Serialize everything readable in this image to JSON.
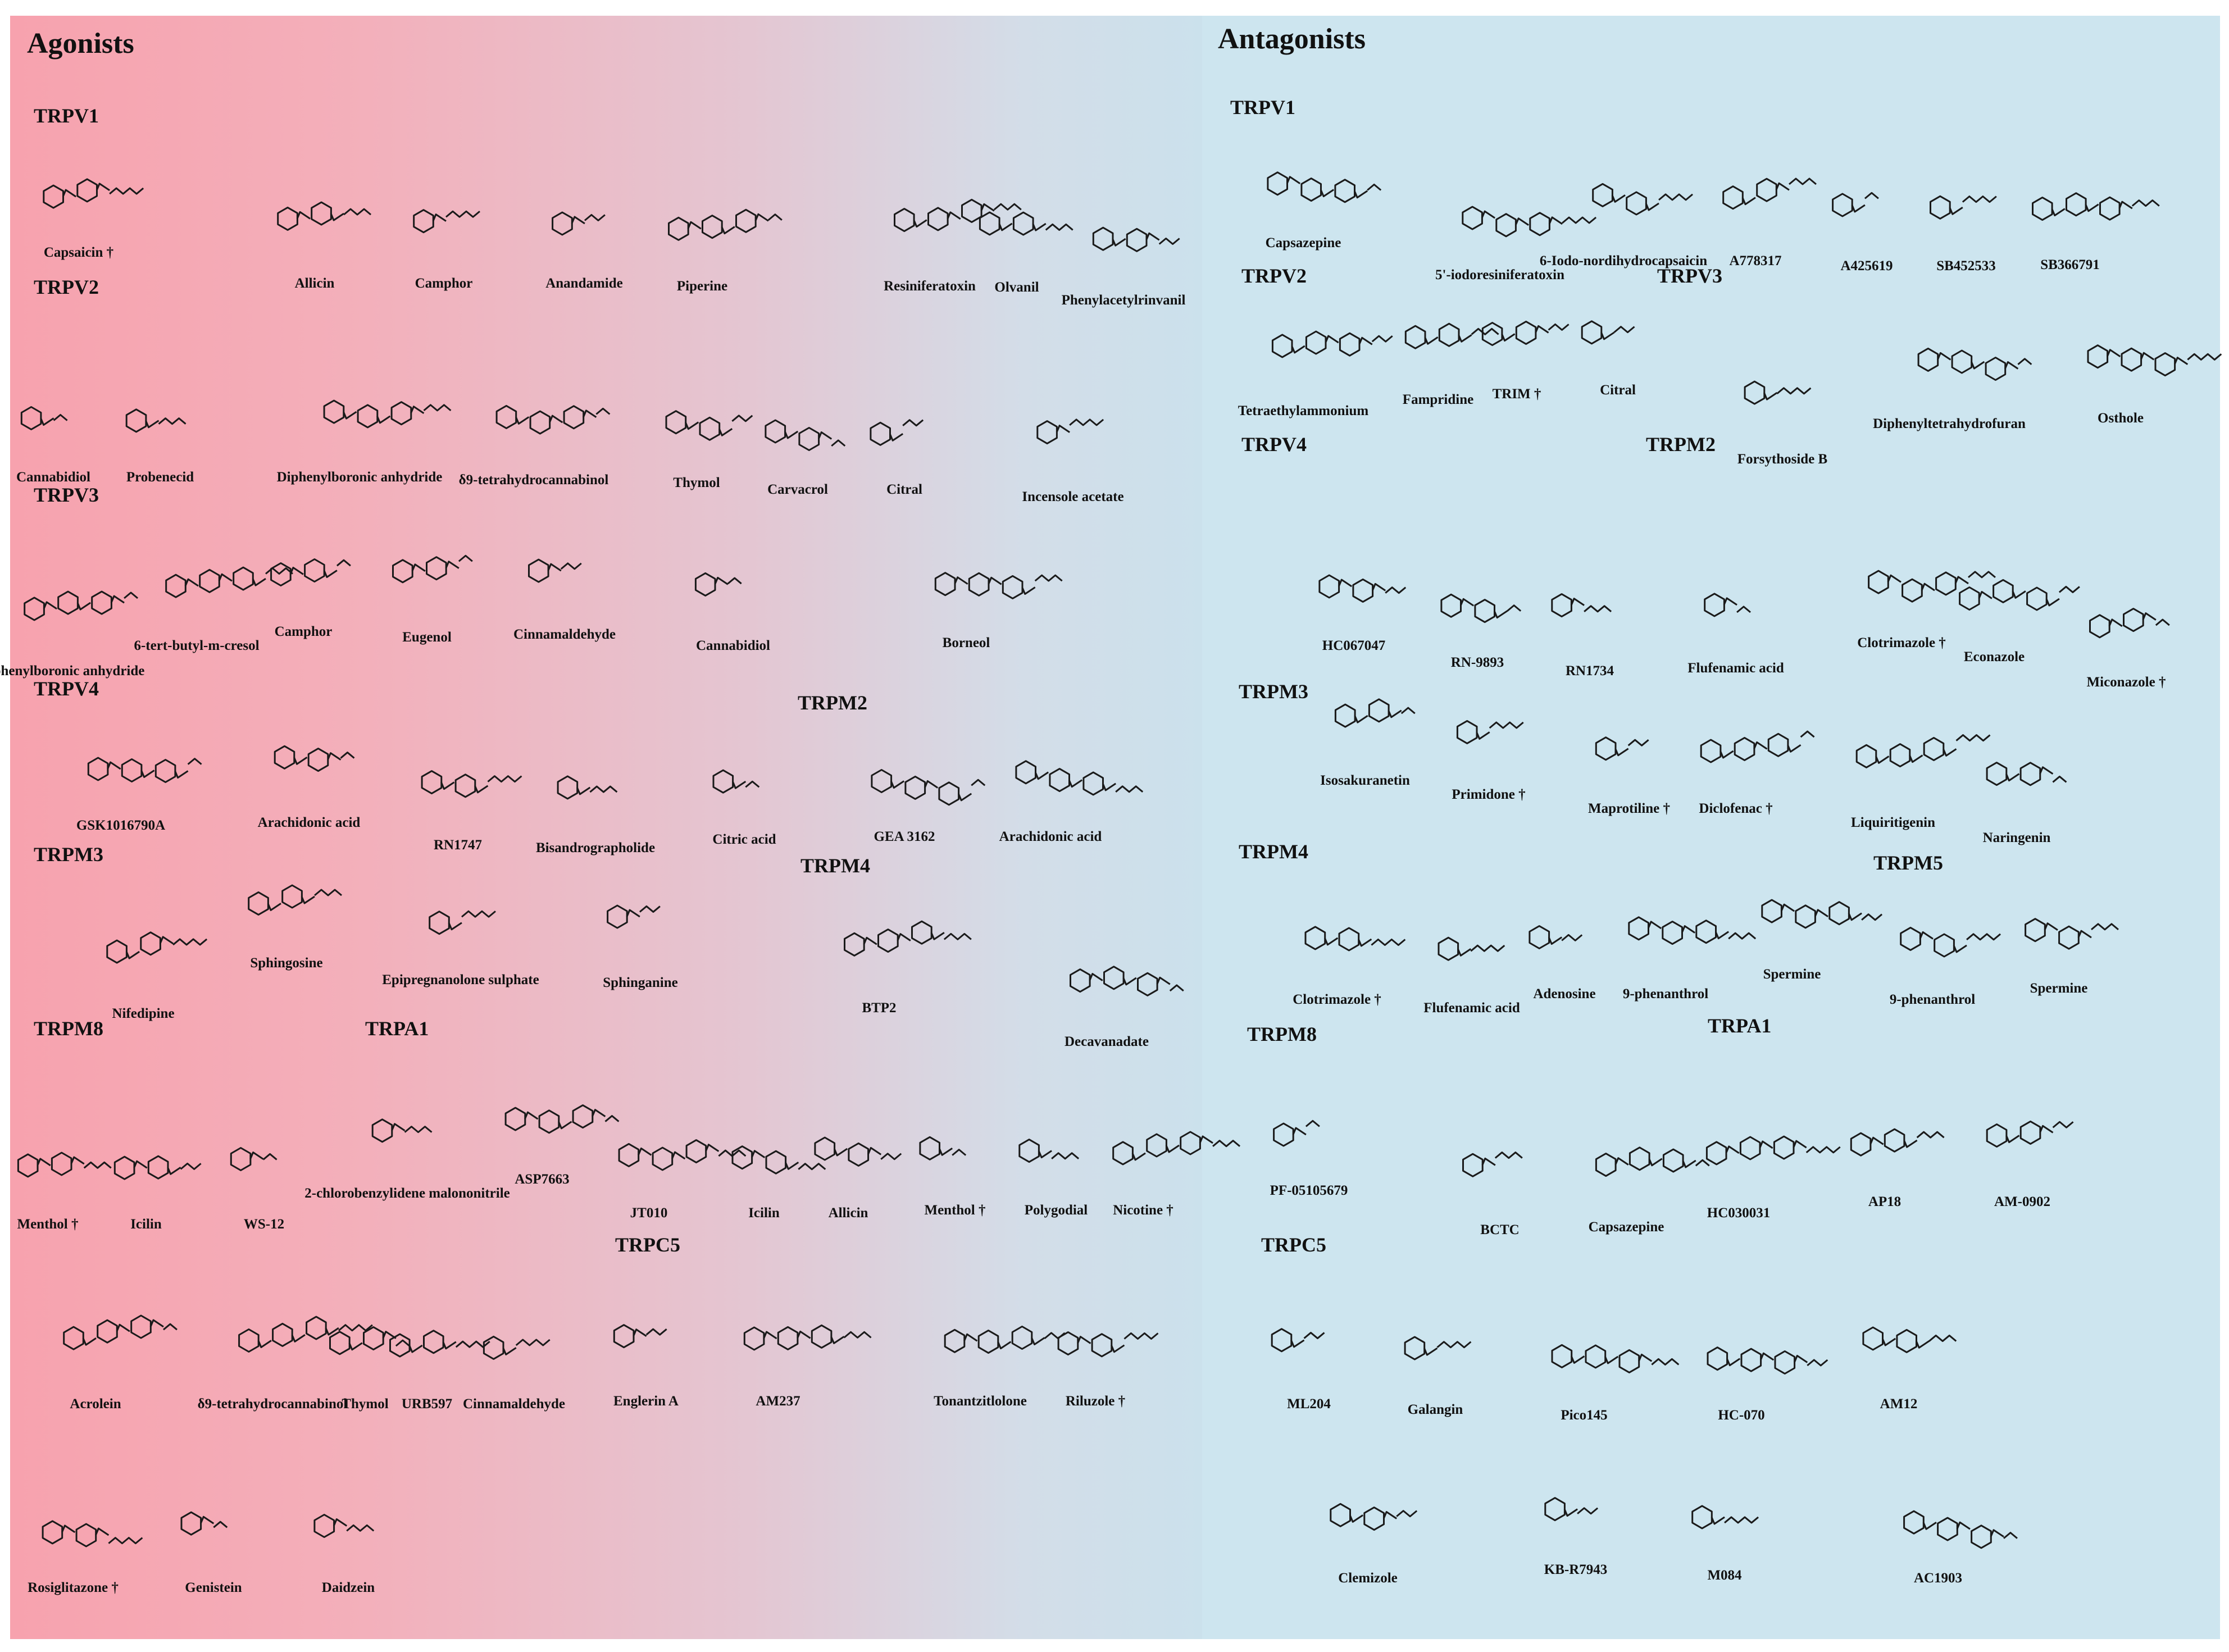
{
  "agonists": {
    "title": "Agonists",
    "groups": [
      {
        "label": "TRPV1",
        "compounds": [
          "Capsaicin †",
          "Allicin",
          "Camphor",
          "Anandamide",
          "Piperine",
          "Resiniferatoxin",
          "Olvanil",
          "Phenylacetylrinvanil"
        ]
      },
      {
        "label": "TRPV2",
        "compounds": [
          "Cannabidiol",
          "Probenecid",
          "Diphenylboronic anhydride",
          "δ9-tetrahydrocannabinol",
          "Thymol",
          "Carvacrol",
          "Citral",
          "Incensole acetate"
        ]
      },
      {
        "label": "TRPV3",
        "compounds": [
          "Diphenylboronic anhydride",
          "6-tert-butyl-m-cresol",
          "Camphor",
          "Eugenol",
          "Cinnamaldehyde",
          "Cannabidiol",
          "Borneol"
        ]
      },
      {
        "label": "TRPV4",
        "compounds": [
          "GSK1016790A",
          "Arachidonic acid",
          "RN1747",
          "Bisandrographolide",
          "Citric acid"
        ]
      },
      {
        "label": "TRPM2",
        "compounds": [
          "GEA 3162",
          "Arachidonic acid"
        ]
      },
      {
        "label": "TRPM3",
        "compounds": [
          "Nifedipine",
          "Sphingosine",
          "Epipregnanolone sulphate",
          "Sphinganine"
        ]
      },
      {
        "label": "TRPM4",
        "compounds": [
          "BTP2",
          "Decavanadate"
        ]
      },
      {
        "label": "TRPM8",
        "compounds": [
          "Menthol †",
          "Icilin",
          "WS-12"
        ]
      },
      {
        "label": "TRPA1",
        "compounds": [
          "2-chlorobenzylidene malononitrile",
          "ASP7663",
          "JT010",
          "Icilin",
          "Allicin",
          "Menthol †",
          "Polygodial",
          "Nicotine †"
        ]
      },
      {
        "label": "TRPC5",
        "compounds": [
          "Acrolein",
          "δ9-tetrahydrocannabinol",
          "Thymol",
          "URB597",
          "Cinnamaldehyde",
          "Englerin A",
          "AM237",
          "Tonantzitlolone",
          "Riluzole †",
          "Rosiglitazone †",
          "Genistein",
          "Daidzein"
        ]
      }
    ]
  },
  "antagonists": {
    "title": "Antagonists",
    "groups": [
      {
        "label": "TRPV1",
        "compounds": [
          "Capsazepine",
          "5'-iodoresiniferatoxin",
          "6-Iodo-nordihydrocapsaicin",
          "A778317",
          "A425619",
          "SB452533",
          "SB366791"
        ]
      },
      {
        "label": "TRPV2",
        "compounds": [
          "Tetraethylammonium"
        ]
      },
      {
        "label": "TRPV3",
        "compounds": [
          "Fampridine",
          "TRIM †",
          "Citral",
          "Forsythoside B",
          "Diphenyltetrahydrofuran",
          "Osthole"
        ]
      },
      {
        "label": "TRPV4",
        "compounds": [
          "HC067047",
          "RN-9893",
          "RN1734"
        ]
      },
      {
        "label": "TRPM2",
        "compounds": [
          "Flufenamic acid",
          "Clotrimazole †",
          "Econazole",
          "Miconazole †"
        ]
      },
      {
        "label": "TRPM3",
        "compounds": [
          "Isosakuranetin",
          "Primidone †",
          "Maprotiline †",
          "Diclofenac †",
          "Liquiritigenin",
          "Naringenin"
        ]
      },
      {
        "label": "TRPM4",
        "compounds": [
          "Clotrimazole †",
          "Flufenamic acid",
          "Adenosine",
          "9-phenanthrol",
          "Spermine"
        ]
      },
      {
        "label": "TRPM5",
        "compounds": [
          "9-phenanthrol",
          "Spermine"
        ]
      },
      {
        "label": "TRPM8",
        "compounds": [
          "PF-05105679",
          "BCTC"
        ]
      },
      {
        "label": "TRPA1",
        "compounds": [
          "Capsazepine",
          "HC030031",
          "AP18",
          "AM-0902"
        ]
      },
      {
        "label": "TRPC5",
        "compounds": [
          "ML204",
          "Galangin",
          "Pico145",
          "HC-070",
          "AM12",
          "Clemizole",
          "KB-R7943",
          "M084",
          "AC1903"
        ]
      }
    ]
  }
}
